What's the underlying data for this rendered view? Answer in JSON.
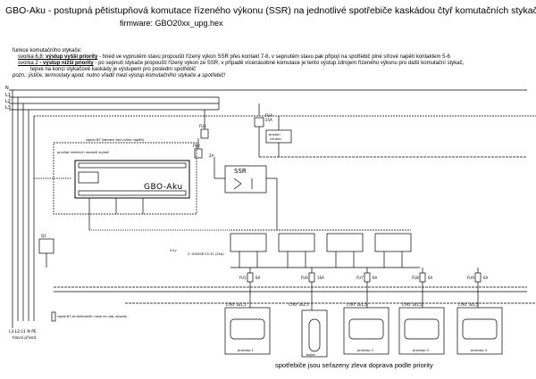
{
  "header": {
    "title": "GBO-Aku - postupná pětistupňová komutace řízeného výkonu (SSR) na jednotlivé spotřebiče kaskádou čtyř komutačních stykačů",
    "firmware": "firmware: GBO20xx_upg.hex"
  },
  "notes": {
    "heading": "funkce komutačního stykače:",
    "line1_pre": "svorka 6,8:",
    "line1_bold": " výstup vyšší priority",
    "line1_text": " - hned ve vypnutém stavu propouští řízený výkon SSR přes kontakt 7-8, v sepnutém stavu pak připojí na spotřebič plné síťové napětí kontaktem 5-6",
    "line2_pre": "svorka 2",
    "line2_bold": " - výstup nižší priority",
    "line2_text": " - po sepnutí stykače propouští řízený výkon ze SSR; v případě vícenásobné komutace je tento výstup zdrojem řízeného výkonu pro další komutační stykač,",
    "line2_cont": "tepve na konci stykačové kaskády je výstupem pro poslední spotřebič",
    "line3": "pozn.: jističe, termostaty apod. nutno vřadit mezi výstup komutačního stykače a spotřebič!"
  },
  "diagram": {
    "mains_labels": [
      "N",
      "L1",
      "L2",
      "L3"
    ],
    "controller_label": "GBO-Aku",
    "ssr_label": "SSR",
    "proudu_label": "proudu\nchranic",
    "supply_label": "L3,L2,L1 N PE",
    "supply_sub": "hlavní přívod",
    "loads": [
      {
        "cable": "CYKY 3x1,5",
        "name": "prosnop 1"
      },
      {
        "cable": "CYKY 3x2,5",
        "name": "bojler"
      },
      {
        "cable": "CYKY 3x1,5",
        "name": "prosnop 2"
      },
      {
        "cable": "CYKY 3x1,5",
        "name": "prosnop 3"
      },
      {
        "cable": "CYKY 3x1,5",
        "name": "prosnop 4"
      }
    ],
    "fuses": [
      "FU5",
      "FU6",
      "FU7",
      "FU8",
      "FU9"
    ],
    "fuse_ratings": [
      "6A",
      "16A",
      "6A",
      "6A",
      "6A"
    ],
    "small_labels": {
      "signal_top": "signál NT (komení bez cizího napětí)",
      "internal": "prvušat interních modulů stykač",
      "fu1": "FU1",
      "fu2": "FU2",
      "fu2_rating": "2A",
      "fu4": "FU4",
      "fu4_rating": "25A",
      "q1": "Q1",
      "signal_bottom": "signál NT od elektroměr. nelze nic neb. obvody...",
      "ssr_note": "2~60/SSR 25-31 (25A)",
      "tv_note": "4 kv"
    }
  },
  "caption": "spotřebiče jsou seřazeny zleva doprava podle priority"
}
